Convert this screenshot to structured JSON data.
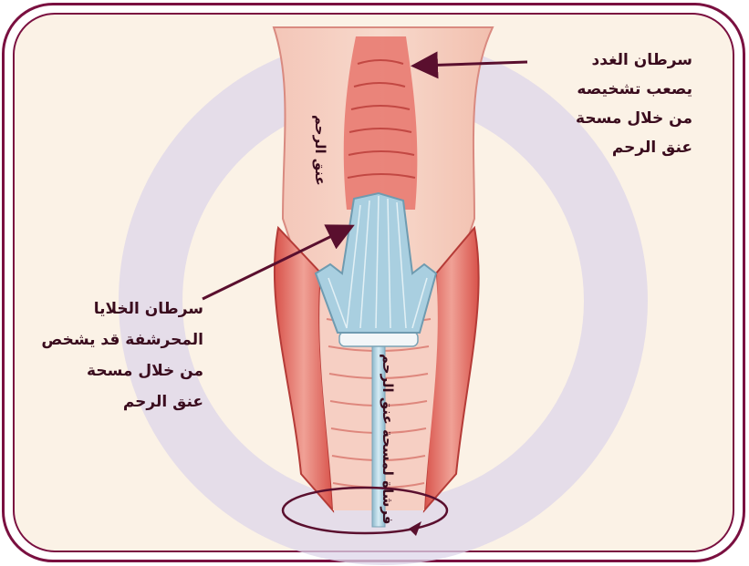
{
  "labels": {
    "glandular_cancer": [
      "سرطان الغدد",
      "يصعب تشخيصه",
      "من خلال مسحة",
      "عنق الرحم"
    ],
    "squamous_cancer": [
      "سرطان الخلايا",
      "المحرشفة قد يشخص",
      "من خلال مسحة",
      "عنق الرحم"
    ],
    "cervix": "عنق الرحم",
    "brush": "فرشاة لمسحة عنق الرحم"
  },
  "colors": {
    "frame": "#7a1040",
    "background": "#fbf2e6",
    "arrow": "#5a0f2e",
    "tissue": "#e8a49a",
    "tissue_dark": "#c9433e",
    "brush": "#a9cfe0",
    "ring": "#d9d2e8"
  }
}
